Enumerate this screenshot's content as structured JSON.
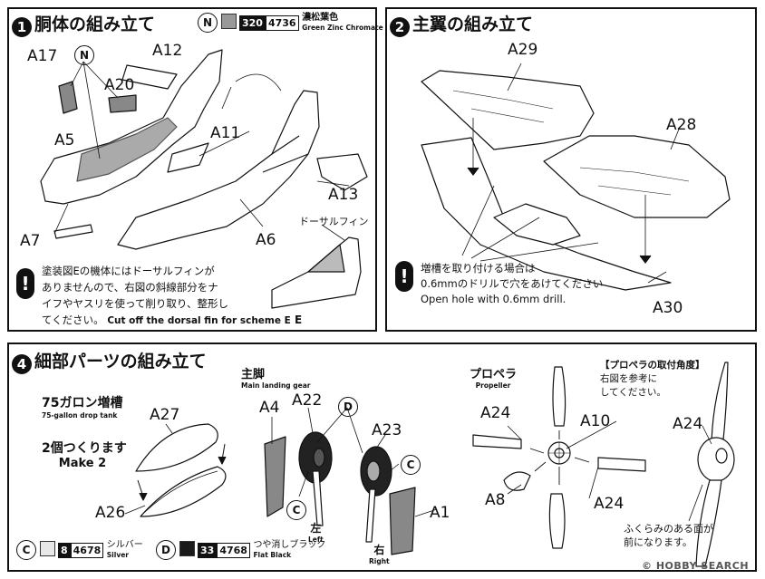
{
  "step1": {
    "number": "1",
    "title": "胴体の組み立て",
    "paint_ref": {
      "label": "N",
      "code_a": "320",
      "code_b": "4736",
      "name_ja": "濃松葉色",
      "name_en": "Green Zinc Chromate"
    },
    "parts": [
      "A17",
      "N",
      "A12",
      "A20",
      "A11",
      "A5",
      "A13",
      "A7",
      "A6"
    ],
    "dorsal_label": "ドーサルフィン",
    "note_lines": [
      "塗装図Eの機体にはドーサルフィンが",
      "ありませんので、右図の斜線部分をナ",
      "イフやヤスリを使って削り取り、整形し",
      "てください。"
    ],
    "note_en": "Cut off the dorsal fin for scheme E"
  },
  "step2": {
    "number": "2",
    "title": "主翼の組み立て",
    "parts": [
      "A29",
      "A28",
      "A30"
    ],
    "note_lines": [
      "増槽を取り付ける場合は",
      "0.6mmのドリルで穴をあけてください",
      "Open hole with 0.6mm drill."
    ]
  },
  "step4": {
    "number": "4",
    "title": "細部パーツの組み立て",
    "drop_tank": {
      "title_ja": "75ガロン増槽",
      "title_en": "75-gallon drop tank",
      "make_ja": "2個つくります",
      "make_en": "Make 2",
      "parts": [
        "A27",
        "A26"
      ]
    },
    "landing_gear": {
      "title_ja": "主脚",
      "title_en": "Main landing gear",
      "parts": [
        "A4",
        "A22",
        "A23",
        "A1"
      ],
      "callouts": [
        "D",
        "C",
        "C"
      ],
      "left_ja": "左",
      "left_en": "Left",
      "right_ja": "右",
      "right_en": "Right"
    },
    "propeller": {
      "title_ja": "プロペラ",
      "title_en": "Propeller",
      "parts": [
        "A24",
        "A10",
        "A8",
        "A24"
      ]
    },
    "prop_angle": {
      "title": "【プロペラの取付角度】",
      "line1": "右図を参考に",
      "line2": "してください。",
      "part": "A24",
      "bottom1": "ふくらみのある面が",
      "bottom2": "前になります。"
    },
    "legend": [
      {
        "mark": "C",
        "code_a": "8",
        "code_b": "4678",
        "name_ja": "シルバー",
        "name_en": "Silver",
        "color": "#e8e8e8"
      },
      {
        "mark": "D",
        "code_a": "33",
        "code_b": "4768",
        "name_ja": "つや消しブラック",
        "name_en": "Flat Black",
        "color": "#1a1a1a"
      }
    ]
  },
  "watermark": "© HOBBY SEARCH"
}
